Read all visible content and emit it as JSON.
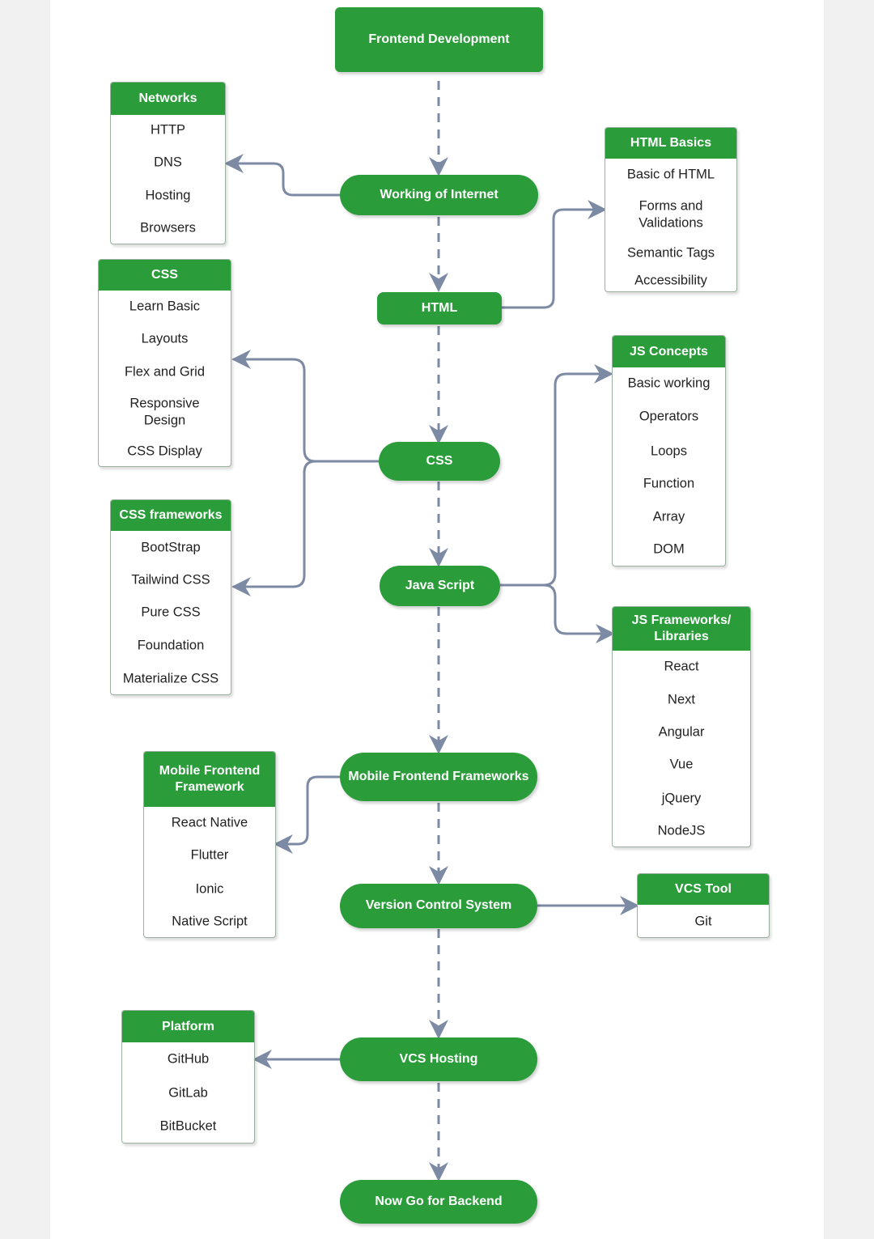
{
  "nodes": {
    "frontend": "Frontend Development",
    "internet": "Working of Internet",
    "html": "HTML",
    "css": "CSS",
    "javascript": "Java Script",
    "mobile": "Mobile Frontend Frameworks",
    "vcs": "Version Control System",
    "hosting": "VCS Hosting",
    "backend": "Now Go for Backend"
  },
  "cards": {
    "networks": {
      "title": "Networks",
      "items": [
        "HTTP",
        "DNS",
        "Hosting",
        "Browsers"
      ]
    },
    "html_basics": {
      "title": "HTML Basics",
      "items": [
        "Basic of HTML",
        "Forms and Validations",
        "Semantic Tags",
        "Accessibility"
      ]
    },
    "css_topics": {
      "title": "CSS",
      "items": [
        "Learn Basic",
        "Layouts",
        "Flex and Grid",
        "Responsive Design",
        "CSS Display"
      ]
    },
    "css_frameworks": {
      "title": "CSS frameworks",
      "items": [
        "BootStrap",
        "Tailwind CSS",
        "Pure CSS",
        "Foundation",
        "Materialize CSS"
      ]
    },
    "js_concepts": {
      "title": "JS Concepts",
      "items": [
        "Basic working",
        "Operators",
        "Loops",
        "Function",
        "Array",
        "DOM"
      ]
    },
    "js_frameworks": {
      "title": "JS Frameworks/ Libraries",
      "items": [
        "React",
        "Next",
        "Angular",
        "Vue",
        "jQuery",
        "NodeJS"
      ]
    },
    "mobile_framework": {
      "title": "Mobile Frontend Framework",
      "items": [
        "React Native",
        "Flutter",
        "Ionic",
        "Native Script"
      ]
    },
    "vcs_tool": {
      "title": "VCS Tool",
      "items": [
        "Git"
      ]
    },
    "platform": {
      "title": "Platform",
      "items": [
        "GitHub",
        "GitLab",
        "BitBucket"
      ]
    }
  },
  "colors": {
    "green": "#2a9d3a",
    "connector": "#7d8aa3",
    "card_border": "#9bb1a1"
  }
}
